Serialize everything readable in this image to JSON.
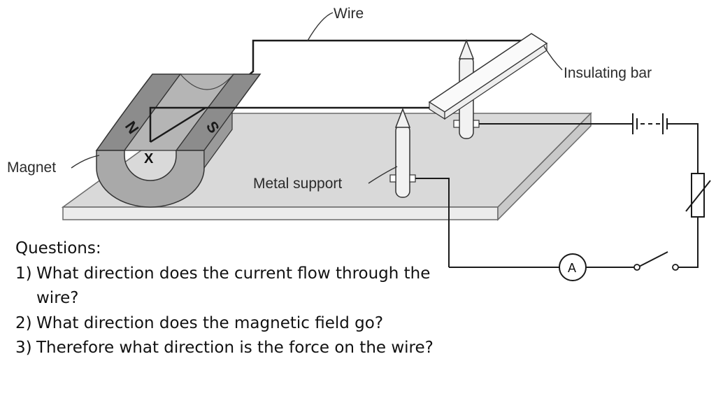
{
  "labels": {
    "wire": "Wire",
    "insulating_bar": "Insulating bar",
    "magnet": "Magnet",
    "metal_support": "Metal support",
    "pole_n": "N",
    "pole_s": "S",
    "point_x": "X",
    "ammeter": "A"
  },
  "questions": {
    "heading": "Questions:",
    "items": [
      {
        "num": "1)",
        "text": "What direction does the current flow through the wire?"
      },
      {
        "num": "2)",
        "text": "What direction does the magnetic field go?"
      },
      {
        "num": "3)",
        "text": "Therefore what direction is the force on the wire?"
      }
    ]
  },
  "colors": {
    "board": "#d9d9d9",
    "magnet": "#a9a9a9",
    "line": "#1a1a1a"
  }
}
